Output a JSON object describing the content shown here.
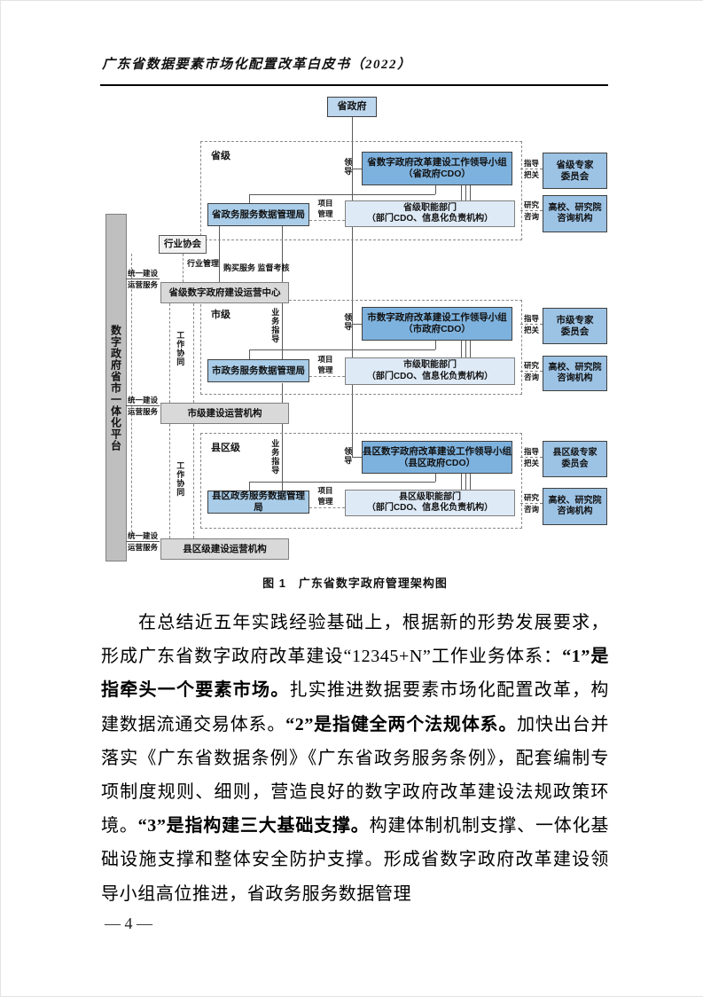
{
  "page": {
    "header_title": "广东省数据要素市场化配置改革白皮书（2022）",
    "footer_page": "— 4 —"
  },
  "figure": {
    "caption": "图 1　广东省数字政府管理架构图",
    "top_box": "省政府",
    "platform_bar": "数字政府省市一体化平台",
    "industry_assoc": "行业协会",
    "labels": {
      "lead": "领导",
      "industry_mgmt": "行业管理",
      "purchase": "购买服务 监督考核",
      "unified_build": "统一建设",
      "ops_service": "运营服务",
      "work_synergy": "工作协同",
      "biz_guidance": "业务指导",
      "project": "项目",
      "manage": "管理",
      "guide": "指导",
      "check": "把关",
      "research": "研究",
      "consult": "咨询"
    },
    "levels": [
      {
        "name": "省级",
        "leader_line1": "省数字政府改革建设工作领导小组",
        "leader_line2": "（省政府CDO）",
        "bureau": "省政务服务数据管理局",
        "dept_line1": "省级职能部门",
        "dept_line2": "（部门CDO、信息化负责机构）",
        "expert_line1": "省级专家",
        "expert_line2": "委员会",
        "advisor_line1": "高校、研究院",
        "advisor_line2": "咨询机构",
        "ops": "省级数字政府建设运营中心"
      },
      {
        "name": "市级",
        "leader_line1": "市数字政府改革建设工作领导小组",
        "leader_line2": "（市政府CDO）",
        "bureau": "市政务服务数据管理局",
        "dept_line1": "市级职能部门",
        "dept_line2": "（部门CDO、信息化负责机构）",
        "expert_line1": "市级专家",
        "expert_line2": "委员会",
        "advisor_line1": "高校、研究院",
        "advisor_line2": "咨询机构",
        "ops": "市级建设运营机构"
      },
      {
        "name": "县区级",
        "leader_line1": "县区数字政府改革建设工作领导小组",
        "leader_line2": "（县区政府CDO）",
        "bureau": "县区政务服务数据管理局",
        "dept_line1": "县区级职能部门",
        "dept_line2": "（部门CDO、信息化负责机构）",
        "expert_line1": "县区级专家",
        "expert_line2": "委员会",
        "advisor_line1": "高校、研究院",
        "advisor_line2": "咨询机构",
        "ops": "县区级建设运营机构"
      }
    ],
    "colors": {
      "leader_blue": "#7EB2DE",
      "bureau_blue": "#A9CDE9",
      "side_blue": "#9CC2E4",
      "dept_light_blue": "#DEEAF6",
      "top_blue": "#BDD7EE",
      "ops_gray": "#D9D9D9",
      "bar_gray": "#BFBFBF"
    }
  },
  "body": {
    "segments": [
      {
        "text": "在总结近五年实践经验基础上，根据新的形势发展要求，形成广东省数字政府改革建设“12345+N”工作业务体系：",
        "bold": false
      },
      {
        "text": "“1”是指牵头一个要素市场。",
        "bold": true
      },
      {
        "text": "扎实推进数据要素市场化配置改革，构建数据流通交易体系。",
        "bold": false
      },
      {
        "text": "“2”是指健全两个法规体系。",
        "bold": true
      },
      {
        "text": "加快出台并落实《广东省数据条例》《广东省政务服务条例》，配套编制专项制度规则、细则，营造良好的数字政府改革建设法规政策环境。",
        "bold": false
      },
      {
        "text": "“3”是指构建三大基础支撑。",
        "bold": true
      },
      {
        "text": "构建体制机制支撑、一体化基础设施支撑和整体安全防护支撑。形成省数字政府改革建设领导小组高位推进，省政务服务数据管理",
        "bold": false
      }
    ]
  }
}
